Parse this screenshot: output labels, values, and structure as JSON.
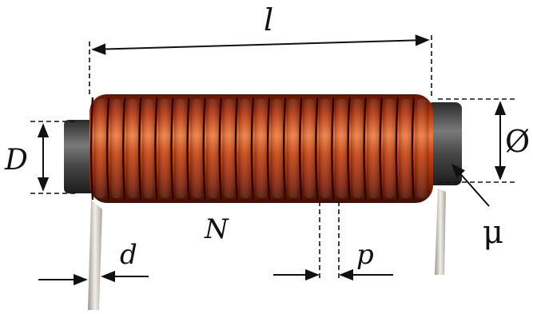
{
  "labels": {
    "length": "l",
    "outer_diameter": "D",
    "core_diameter": "Ø",
    "turns": "N",
    "wire_diameter": "d",
    "pitch": "p",
    "permeability": "μ"
  },
  "colors": {
    "copper_dark": "#5a1406",
    "copper_mid": "#b8350c",
    "copper_light": "#f07a3c",
    "core": "#4a4a4a",
    "lead": "#d8d4cc",
    "dimension_line": "#111111"
  },
  "coil": {
    "visible_turns": 21
  }
}
